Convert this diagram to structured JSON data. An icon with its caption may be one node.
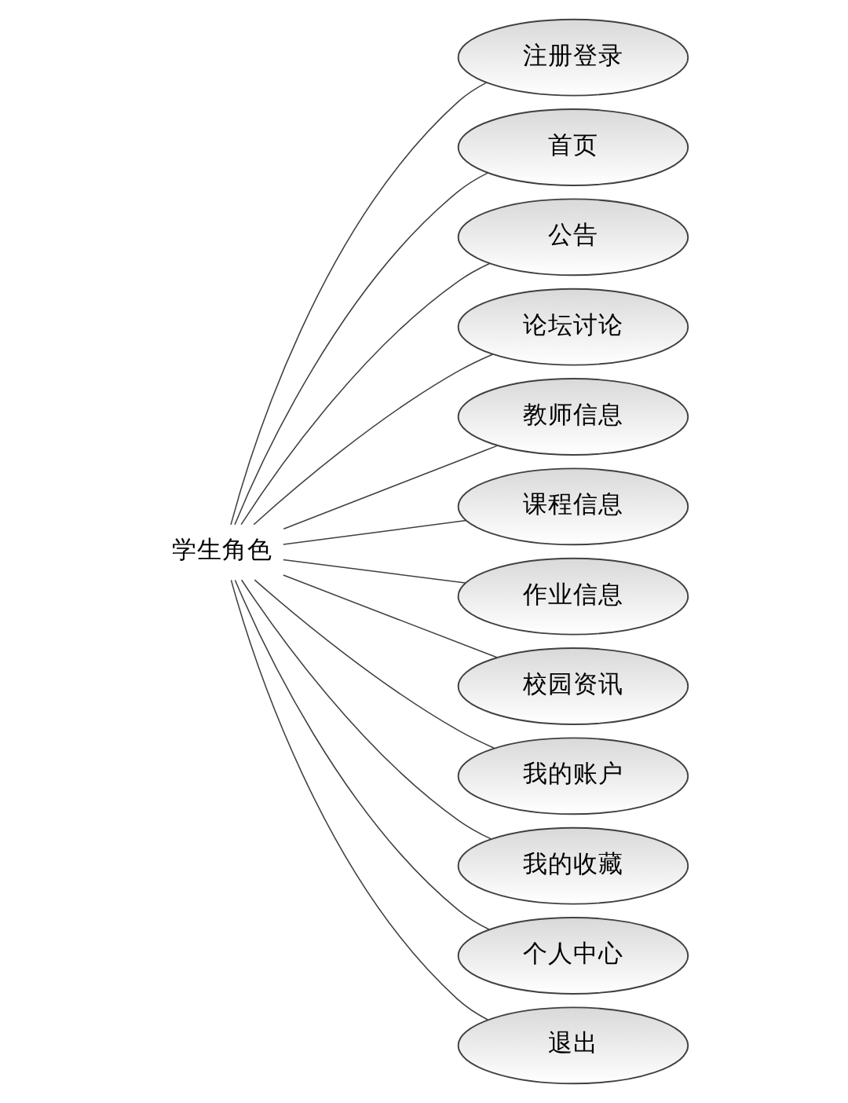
{
  "diagram": {
    "nodes": [
      {
        "text": [
          "学生角色"
        ]
      },
      {
        "text": [
          "注册登录"
        ]
      },
      {
        "text": [
          "首页"
        ]
      },
      {
        "text": [
          "公告"
        ]
      },
      {
        "text": [
          "论坛讨论"
        ]
      },
      {
        "text": [
          "教师信息"
        ]
      },
      {
        "text": [
          "课程信息"
        ]
      },
      {
        "text": [
          "作业信息"
        ]
      },
      {
        "text": [
          "校园资讯"
        ]
      },
      {
        "text": [
          "我的账户"
        ]
      },
      {
        "text": [
          "我的收藏"
        ]
      },
      {
        "text": [
          "个人中心"
        ]
      },
      {
        "text": [
          "退出"
        ]
      }
    ],
    "edges": [
      {
        "from": 0,
        "to": 1,
        "arrow": "none"
      },
      {
        "from": 0,
        "to": 2,
        "arrow": "none"
      },
      {
        "from": 0,
        "to": 3,
        "arrow": "none"
      },
      {
        "from": 0,
        "to": 4,
        "arrow": "none"
      },
      {
        "from": 0,
        "to": 5,
        "arrow": "none"
      },
      {
        "from": 0,
        "to": 6,
        "arrow": "none"
      },
      {
        "from": 0,
        "to": 7,
        "arrow": "none"
      },
      {
        "from": 0,
        "to": 8,
        "arrow": "none"
      },
      {
        "from": 0,
        "to": 9,
        "arrow": "none"
      },
      {
        "from": 0,
        "to": 10,
        "arrow": "none"
      },
      {
        "from": 0,
        "to": 11,
        "arrow": "none"
      },
      {
        "from": 0,
        "to": 12,
        "arrow": "none"
      }
    ]
  }
}
